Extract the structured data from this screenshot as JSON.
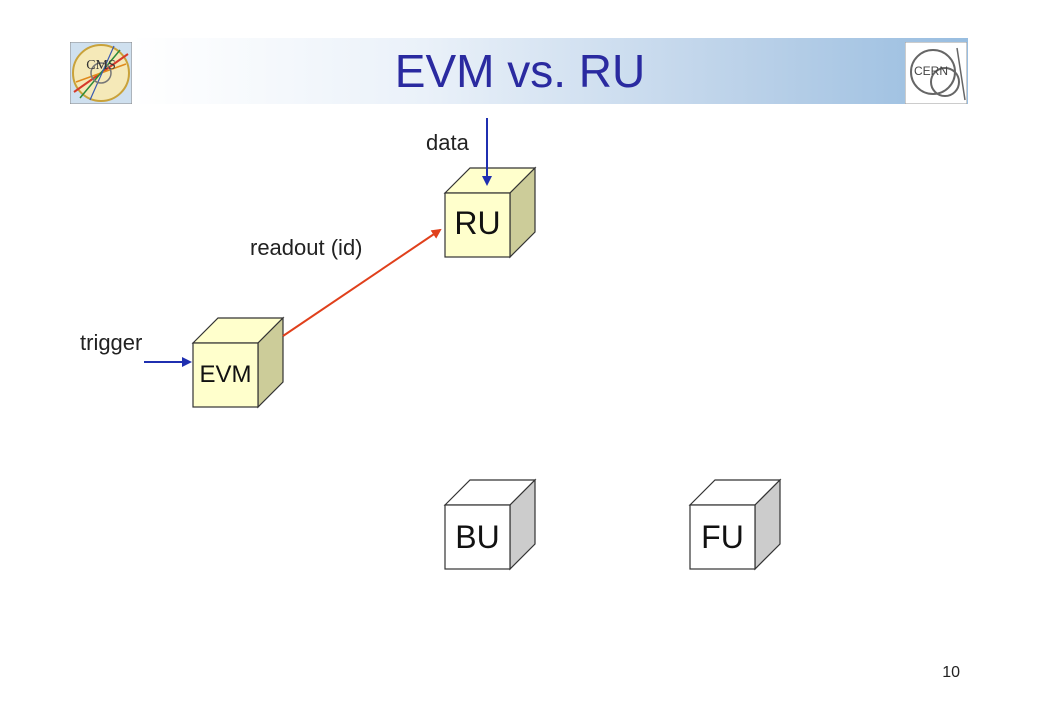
{
  "slide": {
    "title": "EVM vs. RU",
    "page_number": "10",
    "logos": {
      "left": "CMS",
      "right": "CERN"
    }
  },
  "diagram": {
    "nodes": {
      "ru": {
        "label": "RU",
        "color": "#ffffcc"
      },
      "evm": {
        "label": "EVM",
        "color": "#ffffcc"
      },
      "bu": {
        "label": "BU",
        "color": "#ffffff"
      },
      "fu": {
        "label": "FU",
        "color": "#ffffff"
      }
    },
    "edges": {
      "data": {
        "label": "data",
        "color": "#1f2fb0"
      },
      "readout": {
        "label": "readout (id)",
        "color": "#e0401c"
      },
      "trigger": {
        "label": "trigger",
        "color": "#1f2fb0"
      }
    }
  }
}
